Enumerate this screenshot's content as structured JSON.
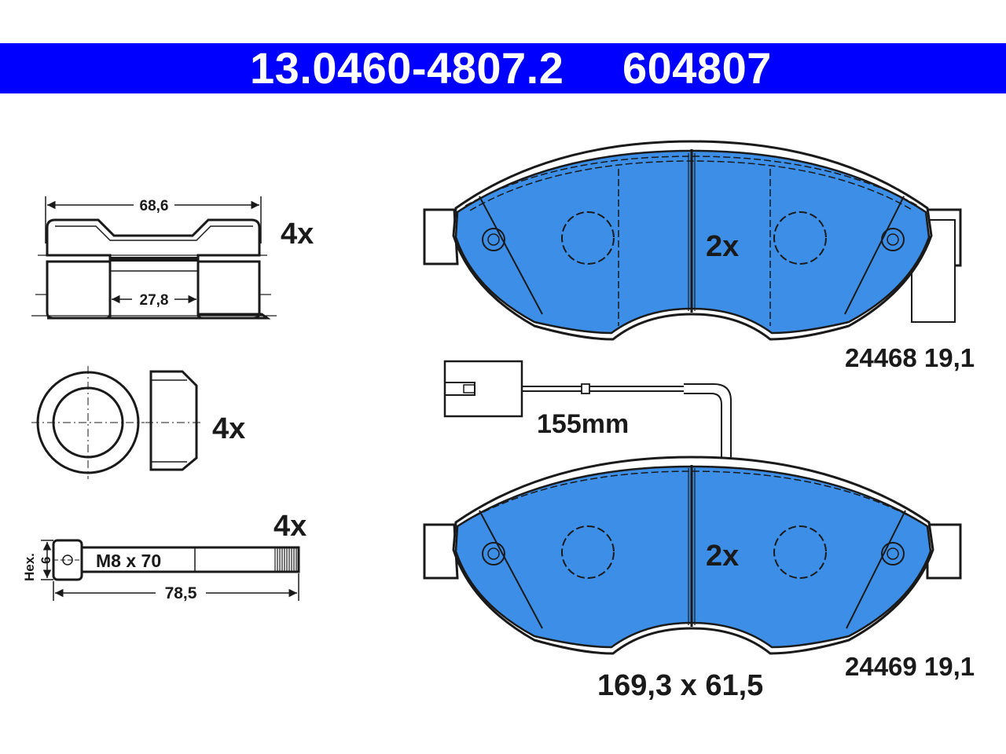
{
  "header": {
    "part_number": "13.0460-4807.2",
    "ref_number": "604807",
    "background_color": "#0000ff"
  },
  "clip": {
    "width_label": "68,6",
    "inner_label": "27,8",
    "quantity": "4x"
  },
  "sleeve": {
    "quantity": "4x"
  },
  "bolt": {
    "quantity": "4x",
    "thread_label": "M8 x 70",
    "length_label": "78,5",
    "hex_label": "Hex.",
    "hex_size": "6"
  },
  "pad_top": {
    "quantity": "2x",
    "code": "24468 19,1"
  },
  "pad_bottom": {
    "quantity": "2x",
    "code": "24469 19,1",
    "dimensions": "169,3 x 61,5"
  },
  "wear_sensor": {
    "length_label": "155mm"
  },
  "colors": {
    "pad_fill": "#3d8ee6",
    "line": "#1a1a1a"
  }
}
